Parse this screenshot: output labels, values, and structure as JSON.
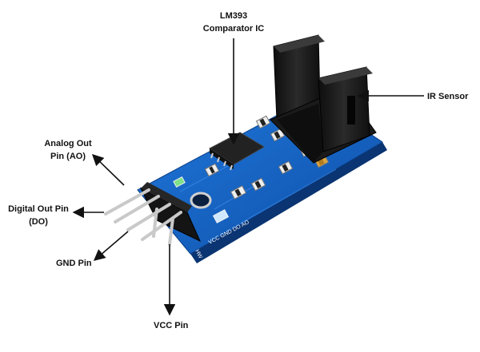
{
  "labels": {
    "ic": [
      "LM393",
      "Comparator IC"
    ],
    "ir": [
      "IR Sensor"
    ],
    "ao": [
      "Analog Out",
      "Pin (AO)"
    ],
    "do": [
      "Digital Out Pin",
      "(DO)"
    ],
    "gnd": [
      "GND Pin"
    ],
    "vcc": [
      "VCC Pin"
    ]
  },
  "silkscreen": {
    "pin_row": "VCC GND DO AO",
    "bottom": "HW"
  },
  "colors": {
    "pcb": "#1565c8",
    "pcb_edge": "#0b3f86",
    "header": "#141414",
    "pins": "#c9c9c9",
    "sensor_housing": "#1c1c1c",
    "ic_body": "#222222",
    "led_power": "#7fe08a",
    "led_signal": "#cfe8ff"
  }
}
